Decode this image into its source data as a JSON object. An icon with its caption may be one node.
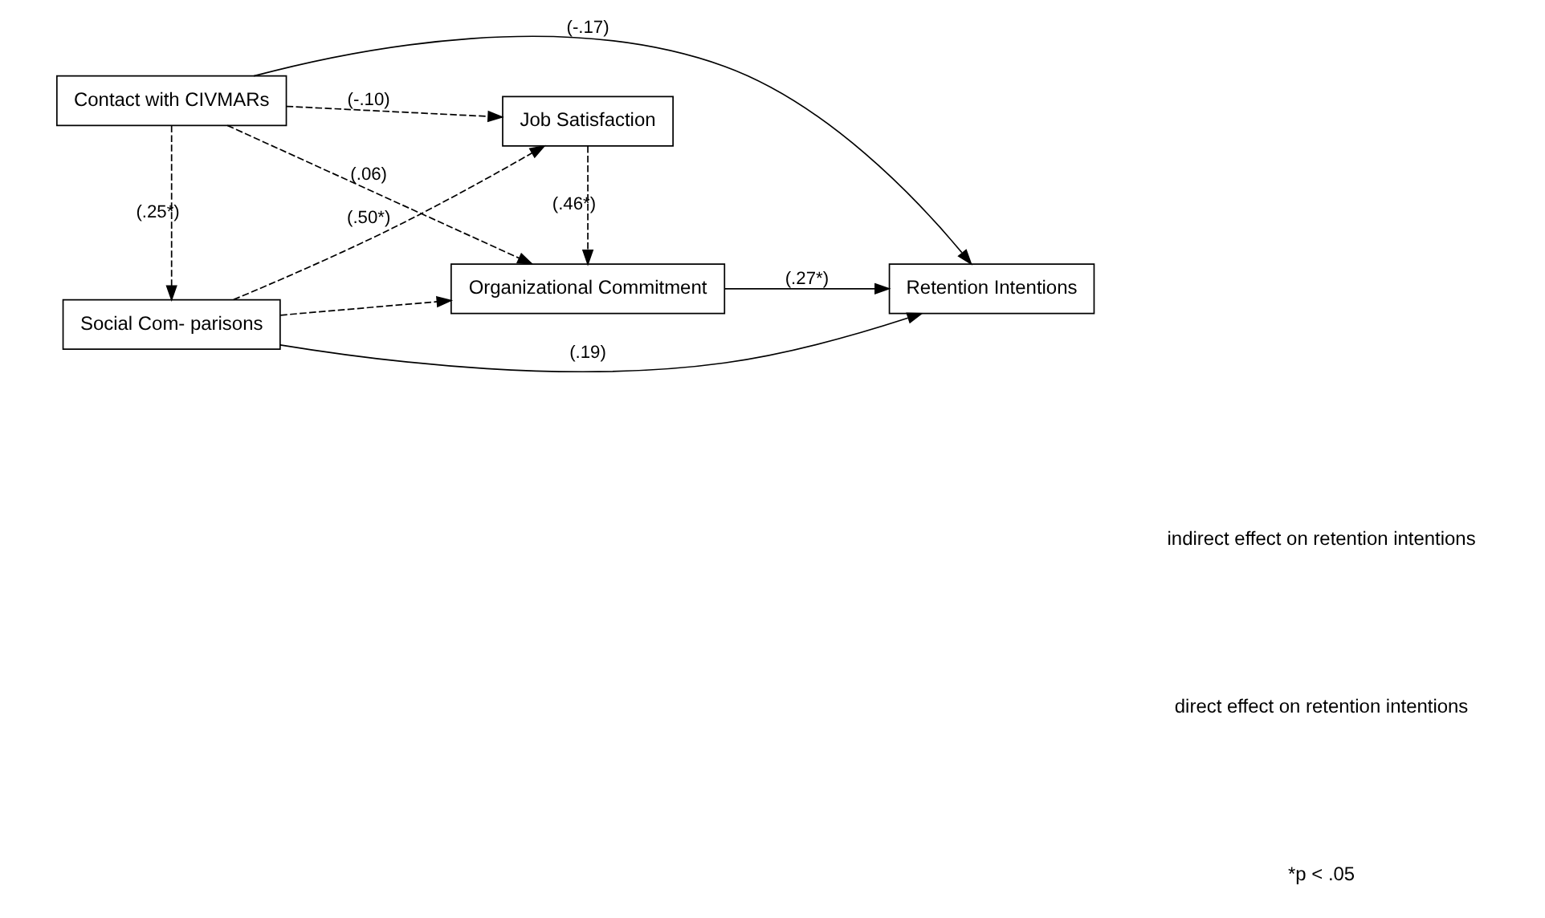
{
  "diagram": {
    "nodes": [
      {
        "text": [
          "Contact with CIVMARs"
        ]
      },
      {
        "text": [
          "Job Satisfaction"
        ]
      },
      {
        "text": [
          "Social Com- parisons"
        ]
      },
      {
        "text": [
          "Organizational Commitment"
        ]
      },
      {
        "text": [
          "Retention Intentions"
        ]
      }
    ],
    "edges": [
      {
        "from": 0,
        "to": 4,
        "arrow": "to",
        "label": "(-.17)"
      },
      {
        "from": 0,
        "to": 1,
        "arrow": "to",
        "style": "dashed",
        "label": "(-.10)"
      },
      {
        "from": 0,
        "to": 3,
        "arrow": "to",
        "style": "dashed",
        "label": "(.06)"
      },
      {
        "from": 0,
        "to": 2,
        "arrow": "to",
        "style": "dashed",
        "label": "(.25*)"
      },
      {
        "from": 2,
        "to": 1,
        "arrow": "to",
        "style": "dashed",
        "label": "(.50*)"
      },
      {
        "from": 2,
        "to": 3,
        "arrow": "to",
        "style": "dashed"
      },
      {
        "from": 1,
        "to": 3,
        "arrow": "to",
        "style": "dashed",
        "label": "(.46*)"
      },
      {
        "from": 3,
        "to": 4,
        "arrow": "to",
        "label": "(.27*)"
      },
      {
        "from": 2,
        "to": 4,
        "arrow": "to",
        "label": "(.19)"
      }
    ],
    "labels": [
      "*p < .05"
    ],
    "legend": [
      {
        "text": "indirect effect on retention intentions"
      },
      {
        "text": "direct effect on retention intentions"
      }
    ]
  }
}
